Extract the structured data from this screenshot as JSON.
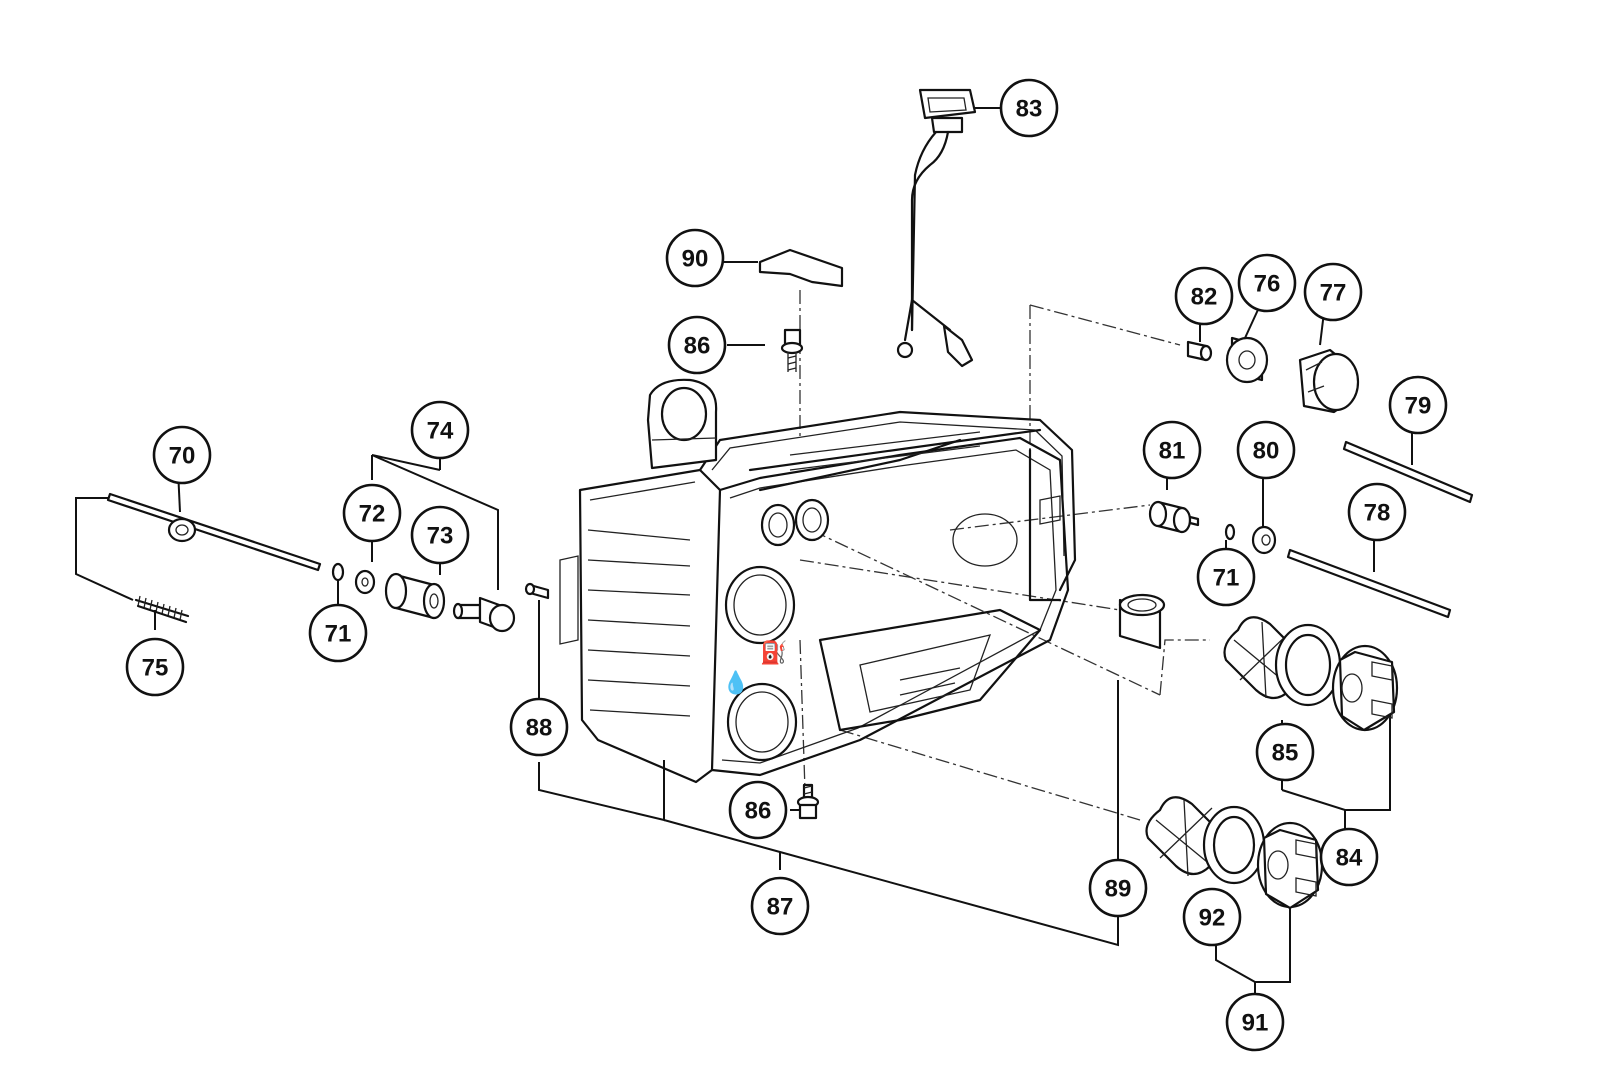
{
  "callouts": [
    {
      "id": "c70",
      "label": "70"
    },
    {
      "id": "c71a",
      "label": "71"
    },
    {
      "id": "c71b",
      "label": "71"
    },
    {
      "id": "c72",
      "label": "72"
    },
    {
      "id": "c73",
      "label": "73"
    },
    {
      "id": "c74",
      "label": "74"
    },
    {
      "id": "c75",
      "label": "75"
    },
    {
      "id": "c76",
      "label": "76"
    },
    {
      "id": "c77",
      "label": "77"
    },
    {
      "id": "c78",
      "label": "78"
    },
    {
      "id": "c79",
      "label": "79"
    },
    {
      "id": "c80",
      "label": "80"
    },
    {
      "id": "c81",
      "label": "81"
    },
    {
      "id": "c82",
      "label": "82"
    },
    {
      "id": "c83",
      "label": "83"
    },
    {
      "id": "c84",
      "label": "84"
    },
    {
      "id": "c85",
      "label": "85"
    },
    {
      "id": "c86a",
      "label": "86"
    },
    {
      "id": "c86b",
      "label": "86"
    },
    {
      "id": "c87",
      "label": "87"
    },
    {
      "id": "c88",
      "label": "88"
    },
    {
      "id": "c89",
      "label": "89"
    },
    {
      "id": "c90",
      "label": "90"
    },
    {
      "id": "c91",
      "label": "91"
    },
    {
      "id": "c92",
      "label": "92"
    }
  ],
  "colors": {
    "line": "#111111",
    "background": "#ffffff"
  }
}
